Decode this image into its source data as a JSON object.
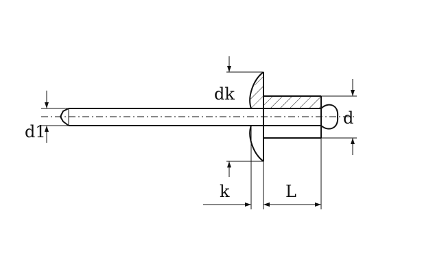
{
  "labels": {
    "dk": "dk",
    "d1": "d1",
    "d": "d",
    "k": "k",
    "L": "L"
  },
  "colors": {
    "stroke": "#111111",
    "background": "#ffffff"
  }
}
